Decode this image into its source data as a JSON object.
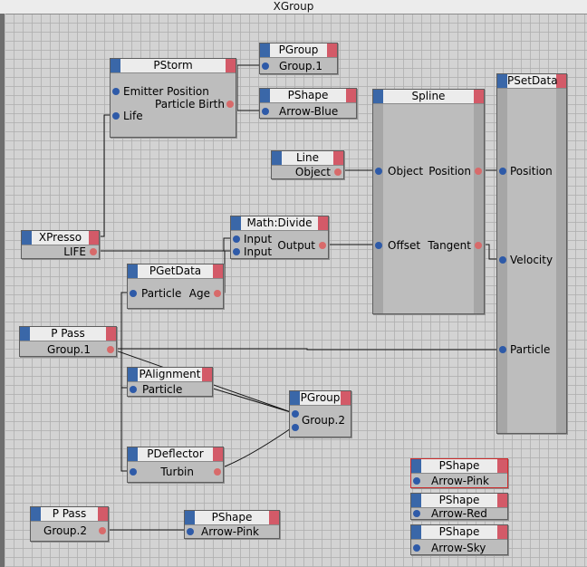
{
  "window": {
    "title": "XGroup"
  },
  "nodes": {
    "pstorm": {
      "title": "PStorm",
      "inputs": [
        "Emitter Position",
        "Life"
      ],
      "outputs": [
        "Particle Birth"
      ]
    },
    "pgroup1": {
      "title": "PGroup",
      "inputs": [
        "Group.1"
      ]
    },
    "pshape_blue": {
      "title": "PShape",
      "inputs": [
        "Arrow-Blue"
      ]
    },
    "line": {
      "title": "Line",
      "outputs": [
        "Object"
      ]
    },
    "spline": {
      "title": "Spline",
      "inputs": [
        "Object",
        "Offset"
      ],
      "outputs": [
        "Position",
        "Tangent"
      ]
    },
    "psetdata": {
      "title": "PSetData",
      "inputs": [
        "Position",
        "Velocity",
        "Particle"
      ]
    },
    "xpresso": {
      "title": "XPresso",
      "outputs": [
        "LIFE"
      ]
    },
    "mathdivide": {
      "title": "Math:Divide",
      "inputs": [
        "Input",
        "Input"
      ],
      "outputs": [
        "Output"
      ]
    },
    "pgetdata": {
      "title": "PGetData",
      "inputs": [
        "Particle"
      ],
      "outputs": [
        "Age"
      ]
    },
    "ppass1": {
      "title": "P Pass",
      "outputs": [
        "Group.1"
      ]
    },
    "palignment": {
      "title": "PAlignment",
      "inputs": [
        "Particle"
      ]
    },
    "pgroup2": {
      "title": "PGroup",
      "inputs": [
        "Group.2"
      ]
    },
    "pdeflector": {
      "title": "PDeflector",
      "inputs": [
        ""
      ],
      "outputs": [
        "Turbin"
      ]
    },
    "ppass2": {
      "title": "P Pass",
      "outputs": [
        "Group.2"
      ]
    },
    "pshape_pink_bottom": {
      "title": "PShape",
      "inputs": [
        "Arrow-Pink"
      ]
    },
    "pshape_pink": {
      "title": "PShape",
      "inputs": [
        "Arrow-Pink"
      ]
    },
    "pshape_red": {
      "title": "PShape",
      "inputs": [
        "Arrow-Red"
      ]
    },
    "pshape_sky": {
      "title": "PShape",
      "inputs": [
        "Arrow-Sky"
      ]
    }
  },
  "colors": {
    "input_port": "#2e5aa8",
    "output_port": "#d86a6a",
    "header_left": "#3a67a8",
    "header_right": "#d35a68",
    "selected_border": "#cc2b2b"
  }
}
